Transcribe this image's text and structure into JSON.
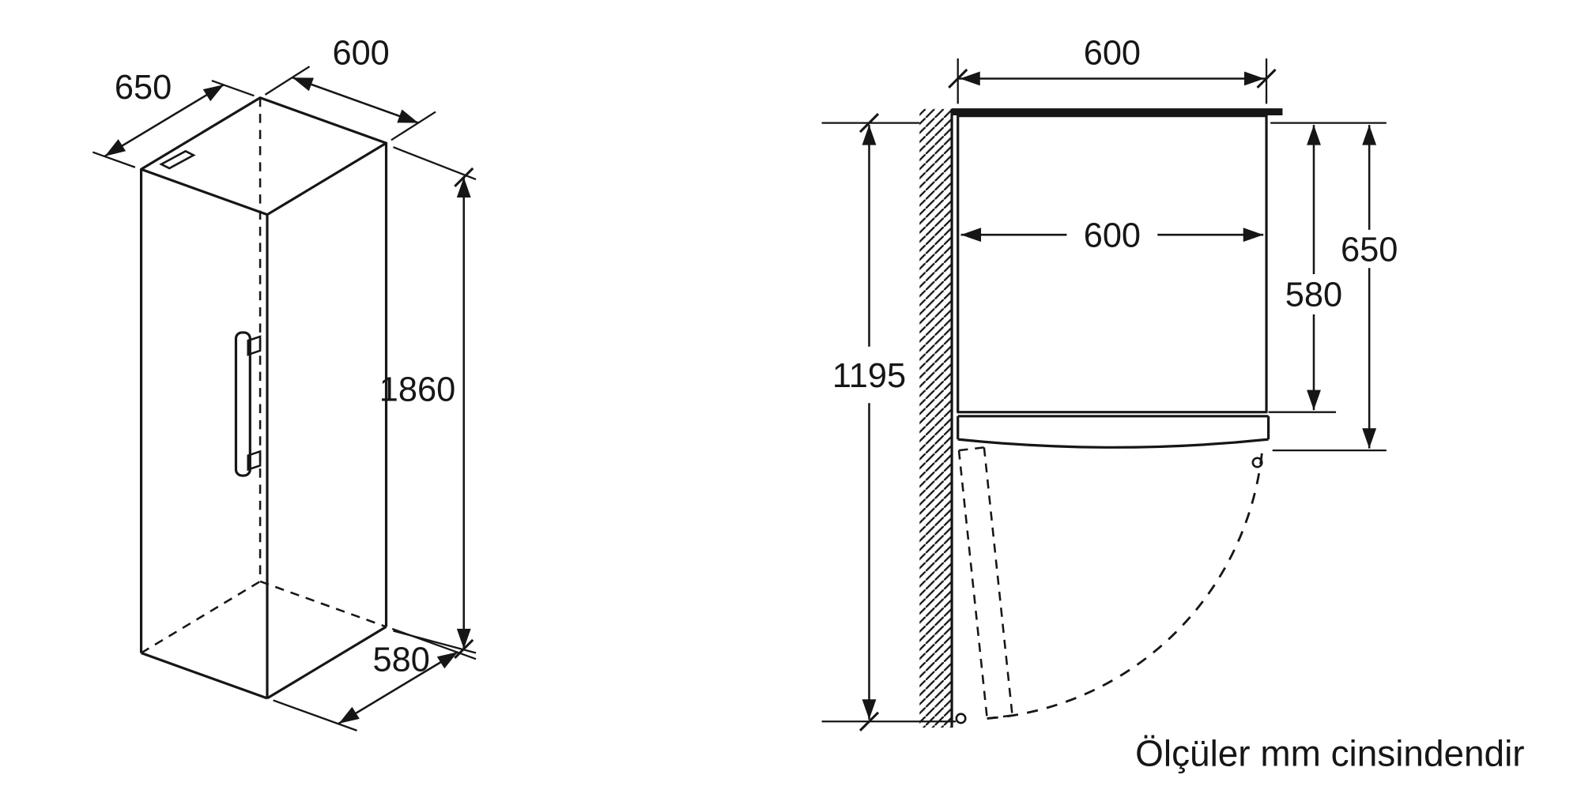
{
  "note": "Ölçüler mm cinsindendir",
  "isometric_view": {
    "depth_label": "650",
    "width_label": "600",
    "height_label": "1860",
    "bottom_depth_label": "580"
  },
  "top_view": {
    "outer_width_label": "600",
    "inner_width_label": "600",
    "door_open_depth_label": "1195",
    "cabinet_depth_label": "580",
    "total_depth_label": "650"
  },
  "colors": {
    "line": "#161616",
    "background": "#ffffff"
  }
}
